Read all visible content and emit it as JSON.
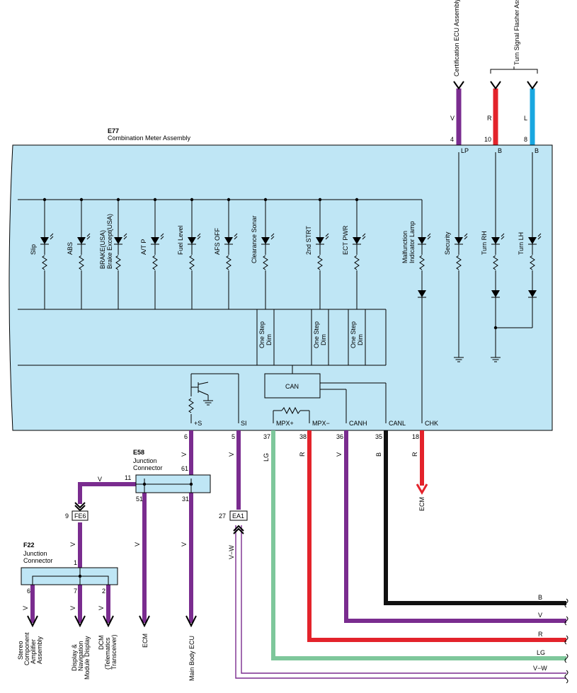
{
  "colors": {
    "meter_fill": "#bfe6f5",
    "violet": "#7a2c8f",
    "red": "#e3232b",
    "blue": "#19a7e0",
    "black": "#111111",
    "light_green": "#7ec79b"
  },
  "top_wires": {
    "cert_ecu": "Certification ECU Assembly",
    "turn_flasher": "Turn Signal Flasher Assembly",
    "w1": {
      "color": "V",
      "pin": "4",
      "term": "LP"
    },
    "w2": {
      "color": "R",
      "pin": "10",
      "term": "B"
    },
    "w3": {
      "color": "L",
      "pin": "8",
      "term": "B"
    }
  },
  "meter": {
    "code": "E77",
    "name": "Combination Meter Assembly"
  },
  "indicators": [
    "Slip",
    "ABS",
    "BRAKE(USA)",
    "Brake Except(USA)",
    "A/T P",
    "Fuel Level",
    "AFS OFF",
    "Clearance Sonar",
    "2nd STRT",
    "ECT PWR",
    "Malfunction",
    "Indicator Lamp",
    "Security",
    "Turn RH",
    "Turn LH"
  ],
  "dimmers": {
    "l1": "One Step",
    "l2": "Dim"
  },
  "can_label": "CAN",
  "terminals": [
    "+S",
    "SI",
    "MPX+",
    "MPX−",
    "CANH",
    "CANL",
    "CHK"
  ],
  "pins": [
    "6",
    "5",
    "37",
    "38",
    "36",
    "35",
    "18"
  ],
  "wire_colors": {
    "v": "V",
    "lg": "LG",
    "r": "R",
    "b": "B",
    "vw": "V−W"
  },
  "e58": {
    "code": "E58",
    "l1": "Junction",
    "l2": "Connector",
    "p61": "61",
    "p11": "11",
    "p51": "51",
    "p31": "31"
  },
  "fe6": {
    "label": "FE6",
    "pin": "9"
  },
  "ea1": {
    "label": "EA1",
    "pin": "27"
  },
  "f22": {
    "code": "F22",
    "l1": "Junction",
    "l2": "Connector",
    "p1": "1",
    "p6": "6",
    "p7": "7",
    "p2": "2"
  },
  "ecm": "ECM",
  "main_body_ecu": "Main Body ECU",
  "stereo": {
    "l1": "Stereo",
    "l2": "Component",
    "l3": "Amplifier",
    "l4": "Assembly"
  },
  "display": {
    "l1": "Display &",
    "l2": "Navigation",
    "l3": "Module Display"
  },
  "dcm": {
    "l1": "DCM",
    "l2": "(Telematics",
    "l3": "Transceiver)"
  }
}
